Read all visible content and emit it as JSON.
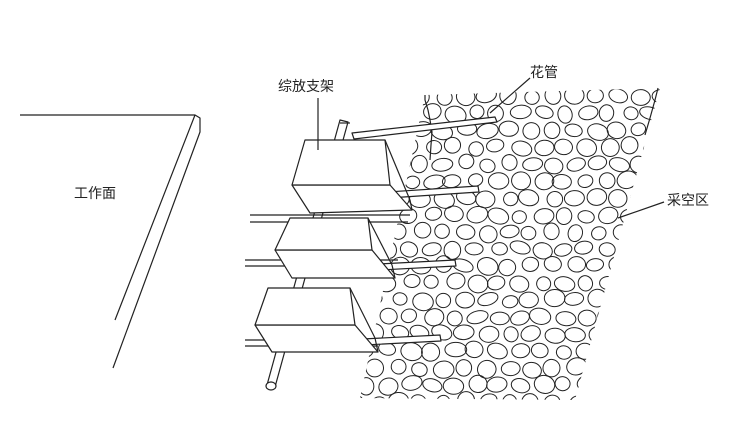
{
  "labels": {
    "working_face": "工作面",
    "support": "综放支架",
    "flower_pipe": "花管",
    "goaf": "采空区"
  }
}
